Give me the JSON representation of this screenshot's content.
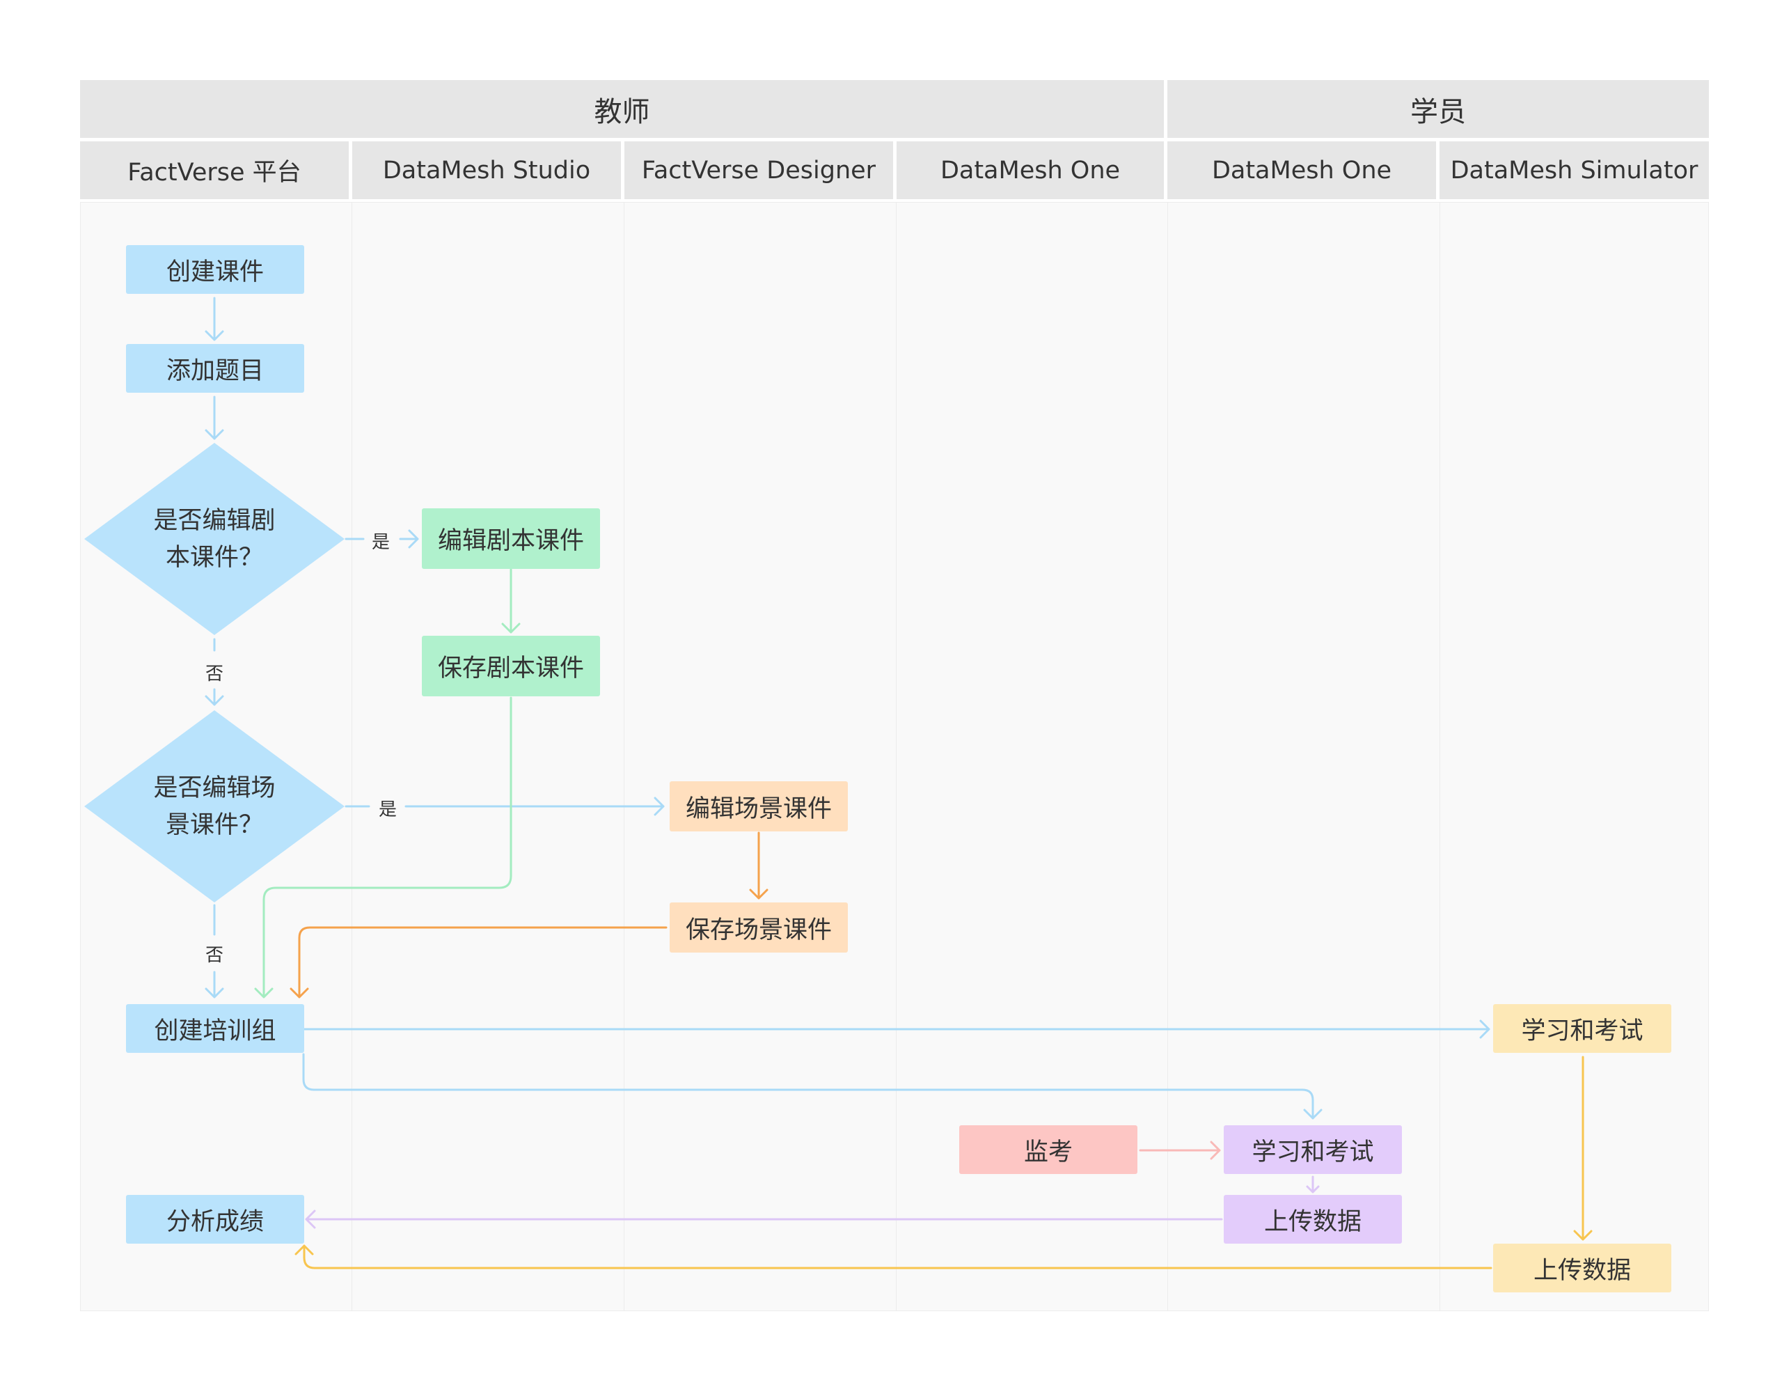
{
  "groups": {
    "teacher": "教师",
    "student": "学员"
  },
  "lanes": {
    "factverse_platform": "FactVerse 平台",
    "datamesh_studio": "DataMesh Studio",
    "factverse_designer": "FactVerse Designer",
    "datamesh_one_teacher": "DataMesh One",
    "datamesh_one_student": "DataMesh One",
    "datamesh_simulator": "DataMesh Simulator"
  },
  "nodes": {
    "create_course": "创建课件",
    "add_questions": "添加题目",
    "decide_script": "是否编辑剧本课件？",
    "edit_script": "编辑剧本课件",
    "save_script": "保存剧本课件",
    "decide_scene": "是否编辑场景课件？",
    "edit_scene": "编辑场景课件",
    "save_scene": "保存场景课件",
    "create_group": "创建培训组",
    "study_exam_sim": "学习和考试",
    "invigilate": "监考",
    "study_exam_one": "学习和考试",
    "upload_one": "上传数据",
    "analyze": "分析成绩",
    "upload_sim": "上传数据"
  },
  "edge_labels": {
    "yes_script": "是",
    "no_script": "否",
    "yes_scene": "是",
    "no_scene": "否"
  },
  "colors": {
    "blue": "#b9e3fc",
    "blue_line": "#a9daf7",
    "green": "#b0f1cd",
    "green_line": "#a3ecc0",
    "peach": "#ffdfbe",
    "orange_line": "#f5a24c",
    "red": "#fdc6c4",
    "red_line": "#f9b9b7",
    "purple": "#e3ccfb",
    "purple_line": "#dcc6f6",
    "yellow": "#fde8b6",
    "yellow_line": "#f8c54f"
  }
}
